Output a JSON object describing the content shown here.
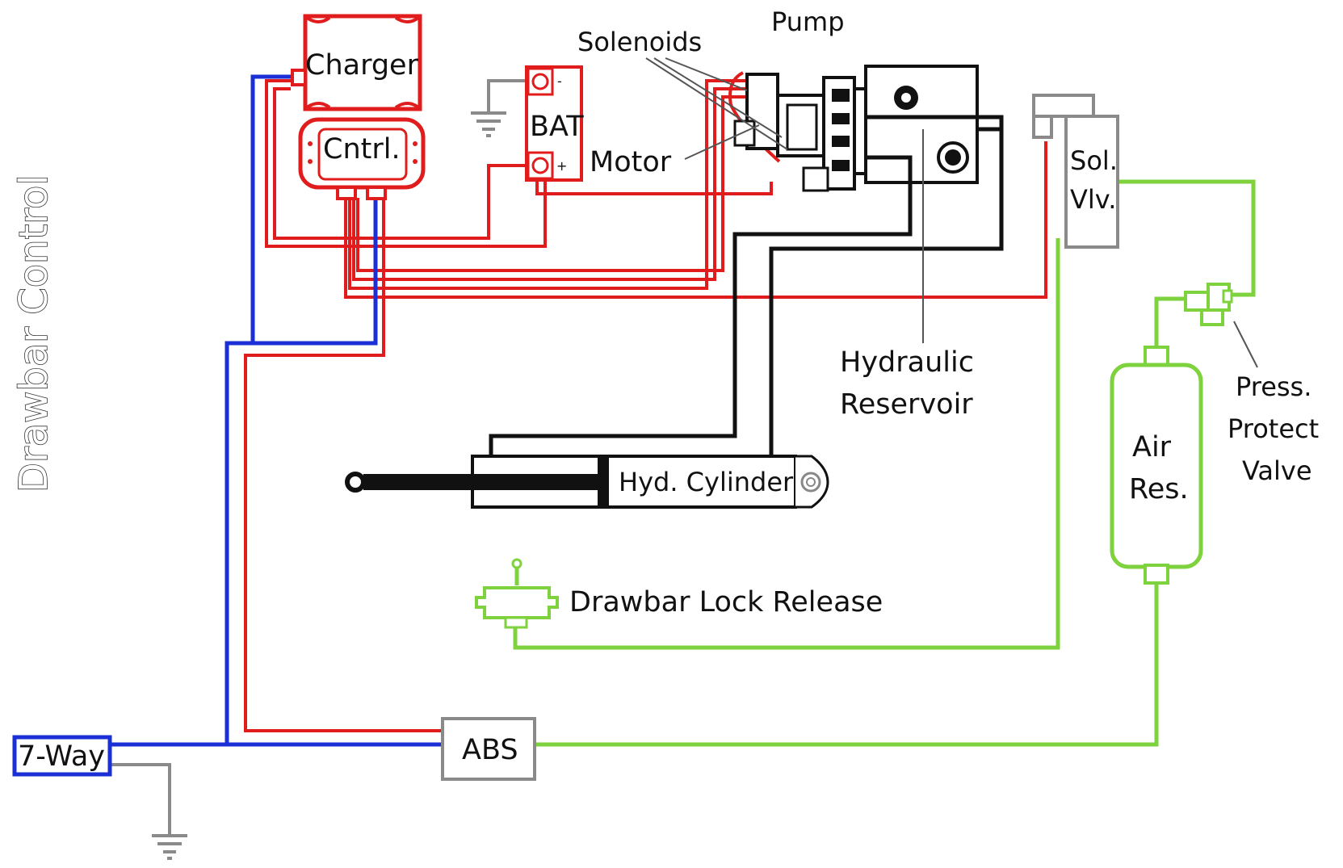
{
  "title": "Drawbar Control",
  "components": {
    "charger": "Charger",
    "controller": "Cntrl.",
    "battery": "BAT",
    "battery_neg": "-",
    "battery_pos": "+",
    "pump": "Pump",
    "solenoids": "Solenoids",
    "motor": "Motor",
    "hydraulic_reservoir": [
      "Hydraulic",
      "Reservoir"
    ],
    "sol_valve": [
      "Sol.",
      "Vlv."
    ],
    "press_protect_valve": [
      "Press.",
      "Protect",
      "Valve"
    ],
    "air_reservoir": [
      "Air",
      "Res."
    ],
    "hyd_cylinder": "Hyd. Cylinder",
    "drawbar_lock_release": "Drawbar Lock Release",
    "abs": "ABS",
    "seven_way": "7-Way"
  },
  "colors": {
    "electrical_power": "#e01c1c",
    "seven_way_signal": "#1b2fd6",
    "pneumatic": "#7ed23d",
    "hydraulic": "#111111",
    "ground": "#8a8a8a"
  }
}
